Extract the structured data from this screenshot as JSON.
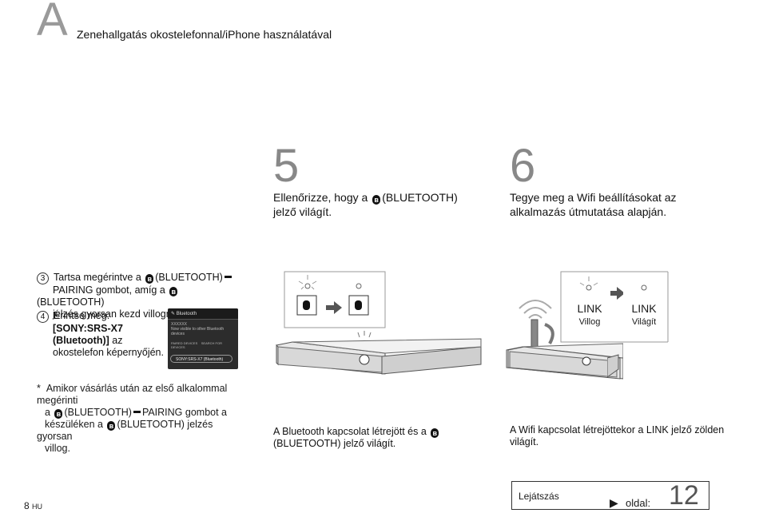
{
  "header": {
    "letter": "A",
    "title": "Zenehallgatás okostelefonnal/iPhone használatával"
  },
  "steps": [
    {
      "number": "5",
      "text_a": "Ellenőrizze, hogy a",
      "text_b": "(BLUETOOTH)",
      "text_c": "jelző világít."
    },
    {
      "number": "6",
      "text_line1": "Tegye meg a Wifi beállításokat az",
      "text_line2": "alkalmazás útmutatása alapján."
    }
  ],
  "instructions": {
    "item3": {
      "num": "3",
      "l1a": "Tartsa megérintve a",
      "l1b": "(BLUETOOTH)",
      "l2a": "PAIRING gombot, amíg a",
      "l2b": "(BLUETOOTH)",
      "l3": "jelzés gyorsan kezd villogni.*"
    },
    "item4": {
      "num": "4",
      "l1": "Érintse meg:",
      "l2": "[SONY:SRS-X7",
      "l3a": "(Bluetooth)]",
      "l3b": " az",
      "l4": "okostelefon képernyőjén."
    }
  },
  "phone_screen": {
    "title": "Bluetooth",
    "line1": "XXXXXX",
    "line2": "Now visible to other Bluetooth devices",
    "col1": "PAIRED DEVICES",
    "col2": "SEARCH FOR DEVICES",
    "device": "SONY:SRS-X7 (Bluetooth)"
  },
  "wifi_panel": {
    "link_label_left": "LINK",
    "link_label_right": "LINK",
    "state_left": "Villog",
    "state_right": "Világít"
  },
  "footnote": {
    "star": "*",
    "l1": "Amikor vásárlás után az első alkalommal megérinti",
    "l2a": "a",
    "l2b": "(BLUETOOTH)",
    "l2c": "PAIRING gombot a",
    "l3a": "készüléken a",
    "l3b": "(BLUETOOTH) jelzés gyorsan",
    "l4": "villog."
  },
  "captions": {
    "bt_l1a": "A Bluetooth kapcsolat létrejött és a",
    "bt_l2": "(BLUETOOTH) jelző világít.",
    "wifi_l1": "A Wifi kapcsolat létrejöttekor a LINK jelző zölden",
    "wifi_l2": "világít."
  },
  "footer": {
    "page": "8",
    "lang": "HU",
    "nav_label": "Lejátszás",
    "nav_arrow": "▶",
    "page_label": "oldal:",
    "target_page": "12"
  },
  "icons": [
    "bluetooth-icon",
    "arrow-right-icon",
    "wifi-signal-icon",
    "speaker-icon",
    "led-icon"
  ]
}
